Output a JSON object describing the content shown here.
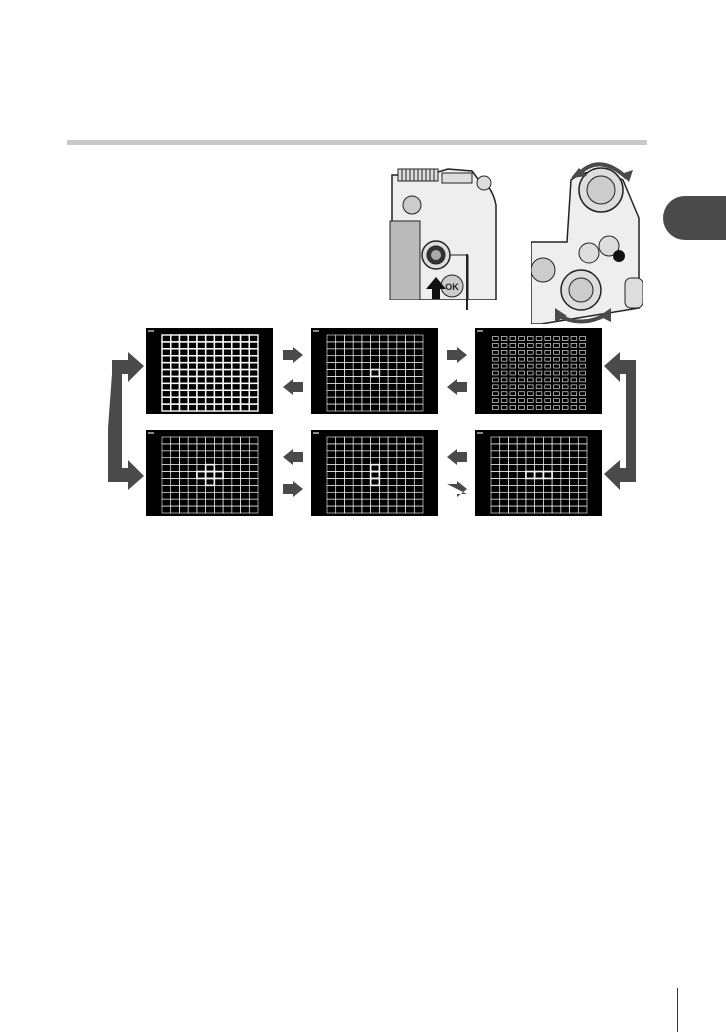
{
  "page": {
    "chapter_tab_color": "#4a4a4a",
    "rule_color": "#c8c8c8"
  },
  "illustrations": {
    "camera_back": {
      "icon": "camera-back-button-press"
    },
    "camera_top": {
      "icon": "camera-top-dials-rotate"
    }
  },
  "screens": [
    {
      "id": "grid-all-large",
      "cols": 11,
      "rows": 11,
      "pattern": "all-thick",
      "active": true
    },
    {
      "id": "grid-all-single",
      "cols": 11,
      "rows": 11,
      "pattern": "all",
      "active": false
    },
    {
      "id": "grid-all-small",
      "cols": 11,
      "rows": 11,
      "pattern": "small-boxes",
      "active": false
    },
    {
      "id": "grid-group-5",
      "cols": 11,
      "rows": 11,
      "pattern": "group-cross",
      "active": false
    },
    {
      "id": "grid-group-9",
      "cols": 11,
      "rows": 11,
      "pattern": "group-vertical",
      "active": false
    },
    {
      "id": "grid-group-25",
      "cols": 11,
      "rows": 11,
      "pattern": "group-horizontal",
      "active": false
    }
  ],
  "arrows": {
    "color": "#4a4a4a"
  }
}
